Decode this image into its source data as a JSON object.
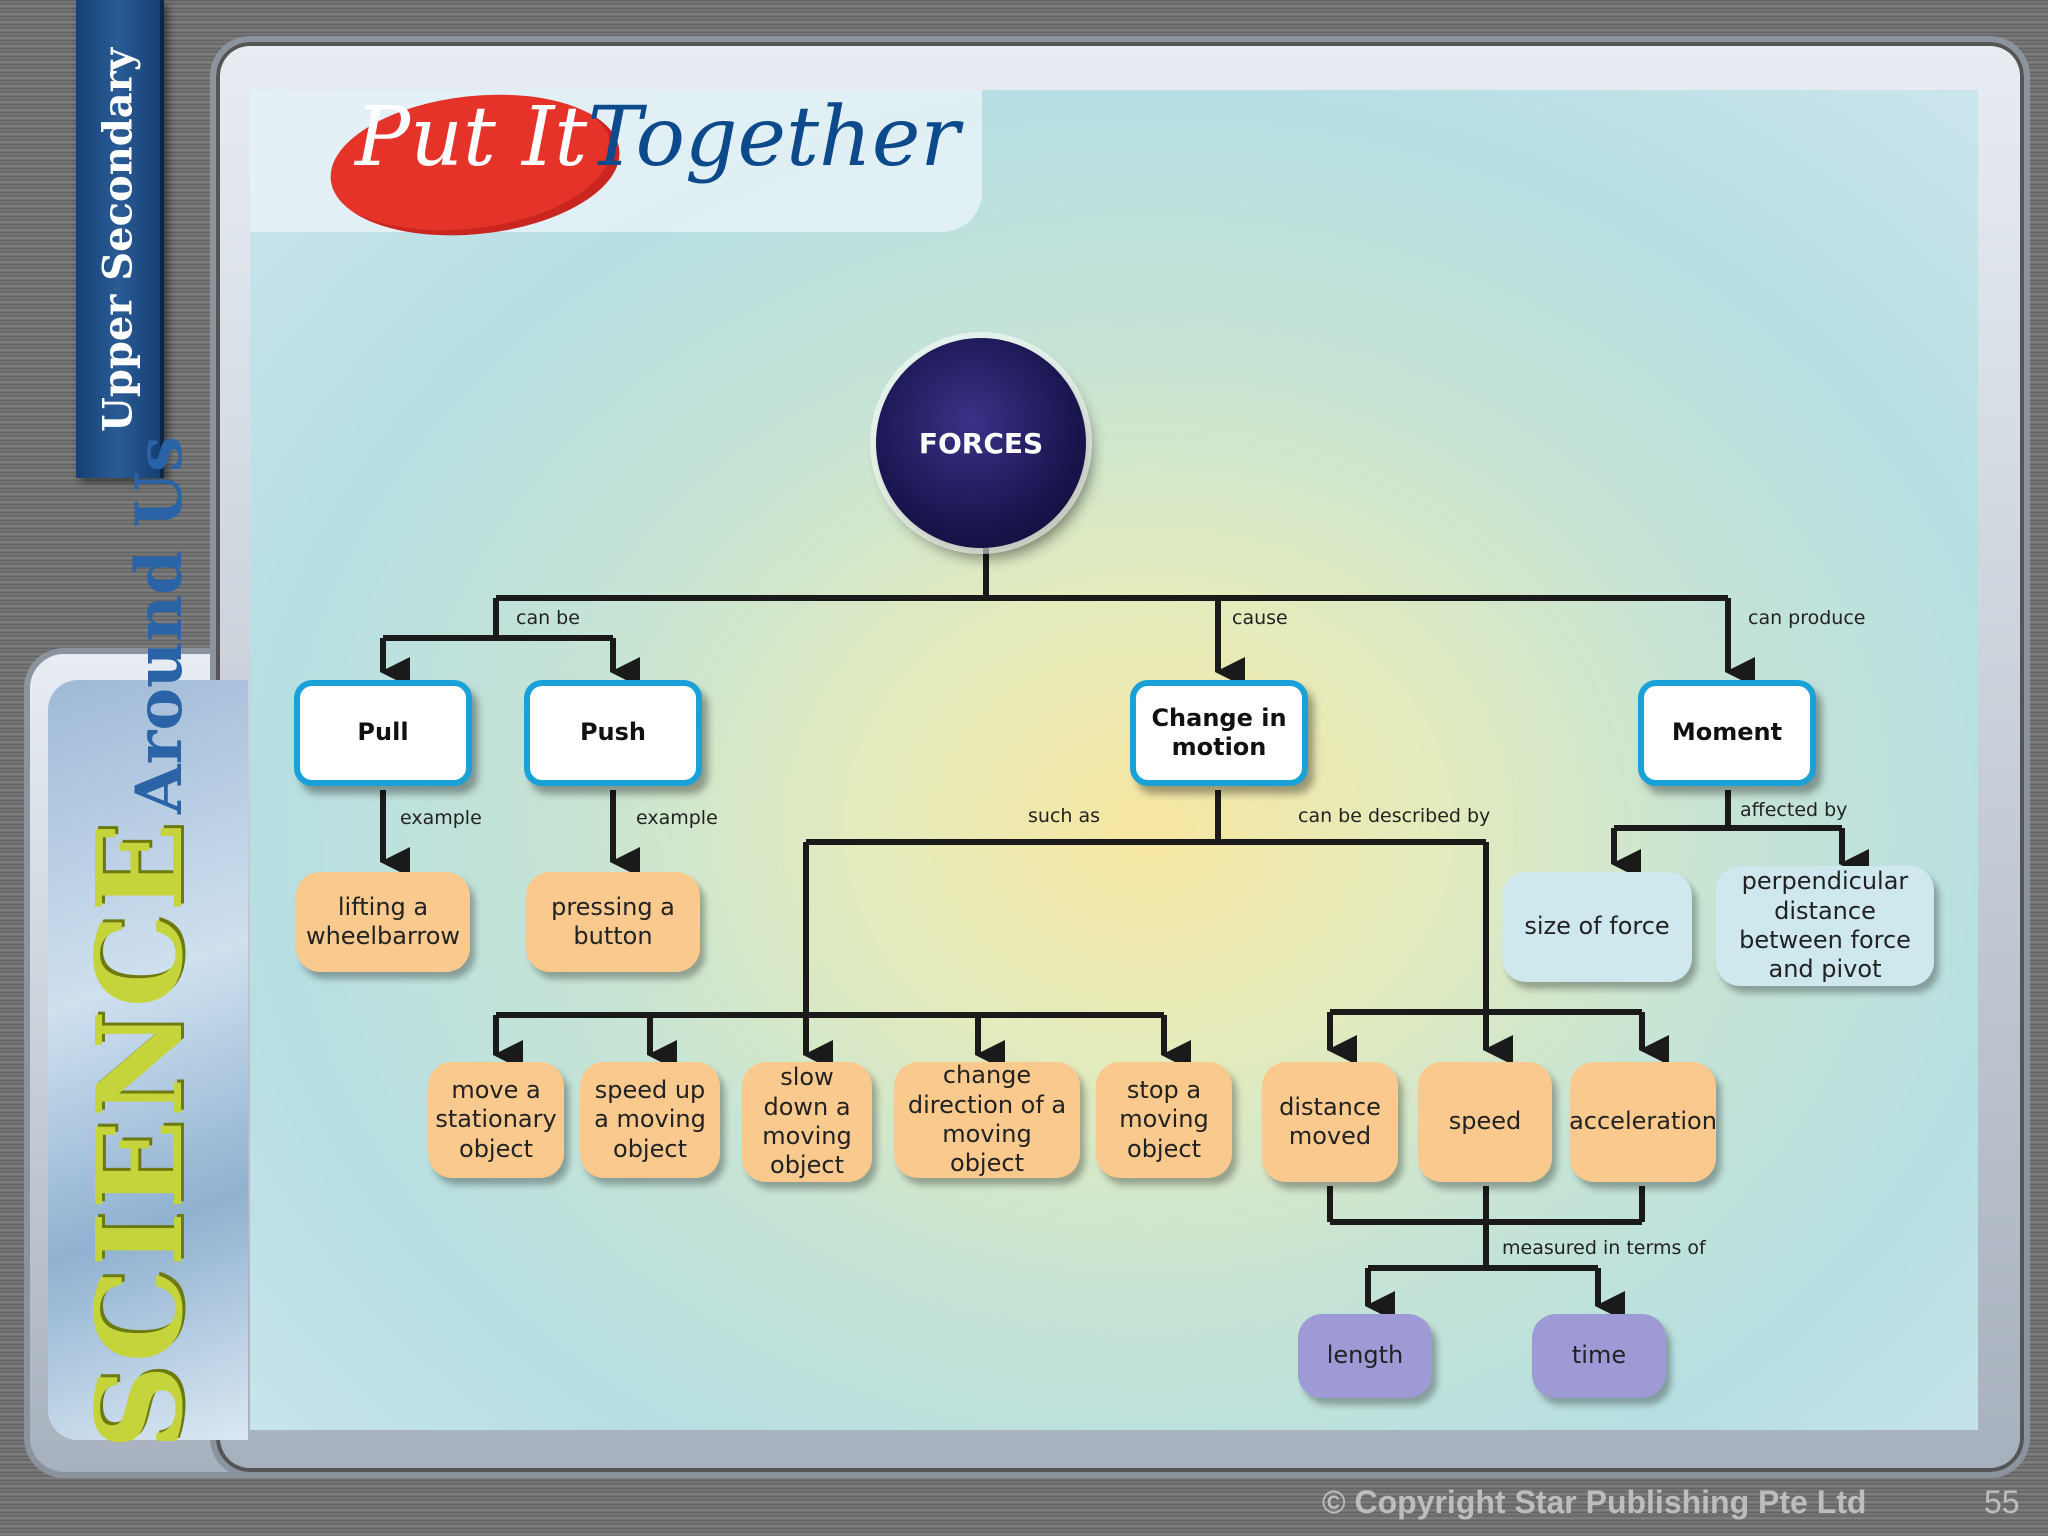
{
  "sidebar": {
    "level": "Upper Secondary",
    "brand_science": "SCIENCE",
    "brand_around": "Around Us"
  },
  "header": {
    "title_part1": "Put It",
    "title_part2": "Together"
  },
  "diagram": {
    "root": "FORCES",
    "edges": {
      "can_be": "can be",
      "cause": "cause",
      "can_produce": "can produce",
      "example_pull": "example",
      "example_push": "example",
      "such_as": "such as",
      "described_by": "can be described by",
      "affected_by": "affected by",
      "measured": "measured in terms of"
    },
    "nodes": {
      "pull": "Pull",
      "push": "Push",
      "change": "Change in motion",
      "moment": "Moment",
      "lifting": "lifting a wheelbarrow",
      "pressing": "pressing a button",
      "size_force": "size of force",
      "perp_distance": "perpendicular distance between force and pivot",
      "move_stationary": "move a stationary object",
      "speed_up": "speed up a moving object",
      "slow_down": "slow down a moving object",
      "change_direction": "change direction of a moving object",
      "stop": "stop a moving object",
      "distance": "distance moved",
      "speed": "speed",
      "acceleration": "acceleration",
      "length": "length",
      "time": "time"
    }
  },
  "footer": {
    "copyright": "© Copyright Star Publishing Pte Ltd",
    "page": "55"
  }
}
